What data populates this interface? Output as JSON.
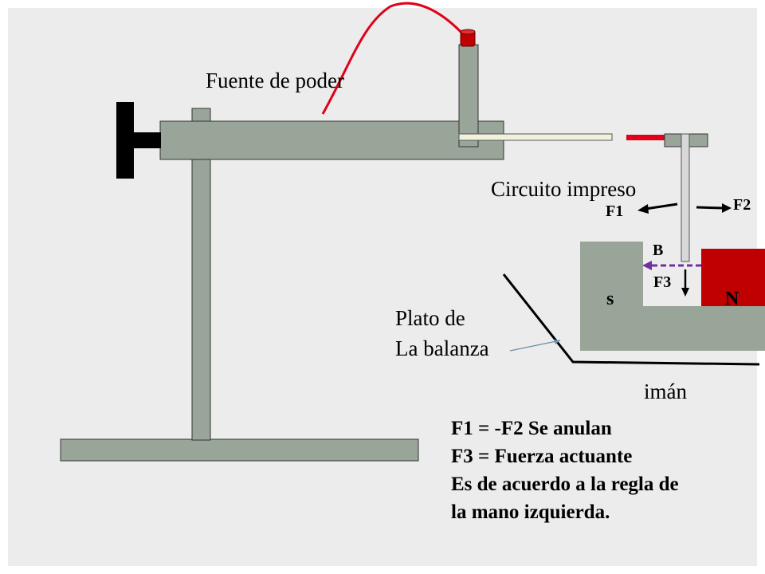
{
  "labels": {
    "power_source": "Fuente de poder",
    "printed_circuit": "Circuito impreso",
    "balance_plate_line1": "Plato de",
    "balance_plate_line2": "La balanza",
    "magnet": "imán",
    "south_pole": "s",
    "north_pole": "N",
    "force_f1": "F1",
    "force_f2": "F2",
    "force_f3": "F3",
    "field_b": "B"
  },
  "notes": [
    "F1 = -F2 Se anulan",
    "F3 = Fuerza actuante",
    "Es de acuerdo a la  regla de",
    "la mano izquierda."
  ],
  "colors": {
    "background": "#ececec",
    "stand_metal": "#98a598",
    "magnet_north": "#c00000",
    "wire": "#e0001a",
    "field_line": "#7030a0",
    "knob": "#000000"
  }
}
